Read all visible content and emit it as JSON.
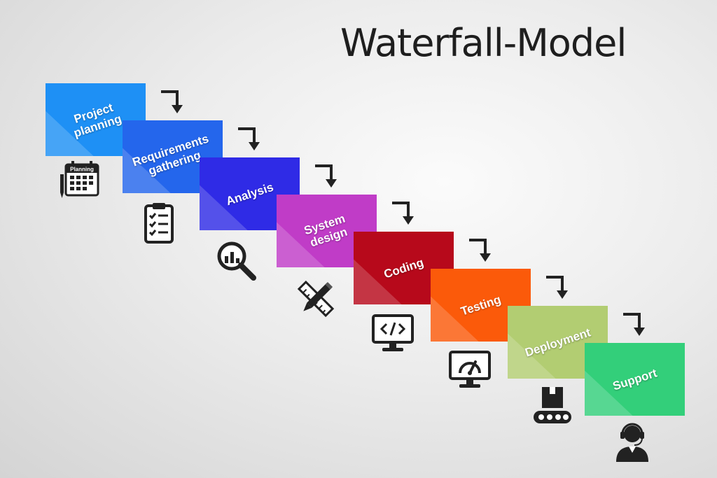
{
  "title": "Waterfall-Model",
  "steps": [
    {
      "label": "Project\nplanning",
      "color": "#1e90f5",
      "icon": "planning-calendar-icon",
      "icon_text": "Planning"
    },
    {
      "label": "Requirements\ngathering",
      "color": "#2466ec",
      "icon": "checklist-clipboard-icon"
    },
    {
      "label": "Analysis",
      "color": "#2f2be6",
      "icon": "magnifier-chart-icon"
    },
    {
      "label": "System\ndesign",
      "color": "#c03cc7",
      "icon": "pencil-ruler-icon"
    },
    {
      "label": "Coding",
      "color": "#b7091b",
      "icon": "code-monitor-icon"
    },
    {
      "label": "Testing",
      "color": "#fb5a0a",
      "icon": "gauge-monitor-icon"
    },
    {
      "label": "Deployment",
      "color": "#b2cd72",
      "icon": "conveyor-box-icon"
    },
    {
      "label": "Support",
      "color": "#33cf7a",
      "icon": "support-headset-icon"
    }
  ]
}
